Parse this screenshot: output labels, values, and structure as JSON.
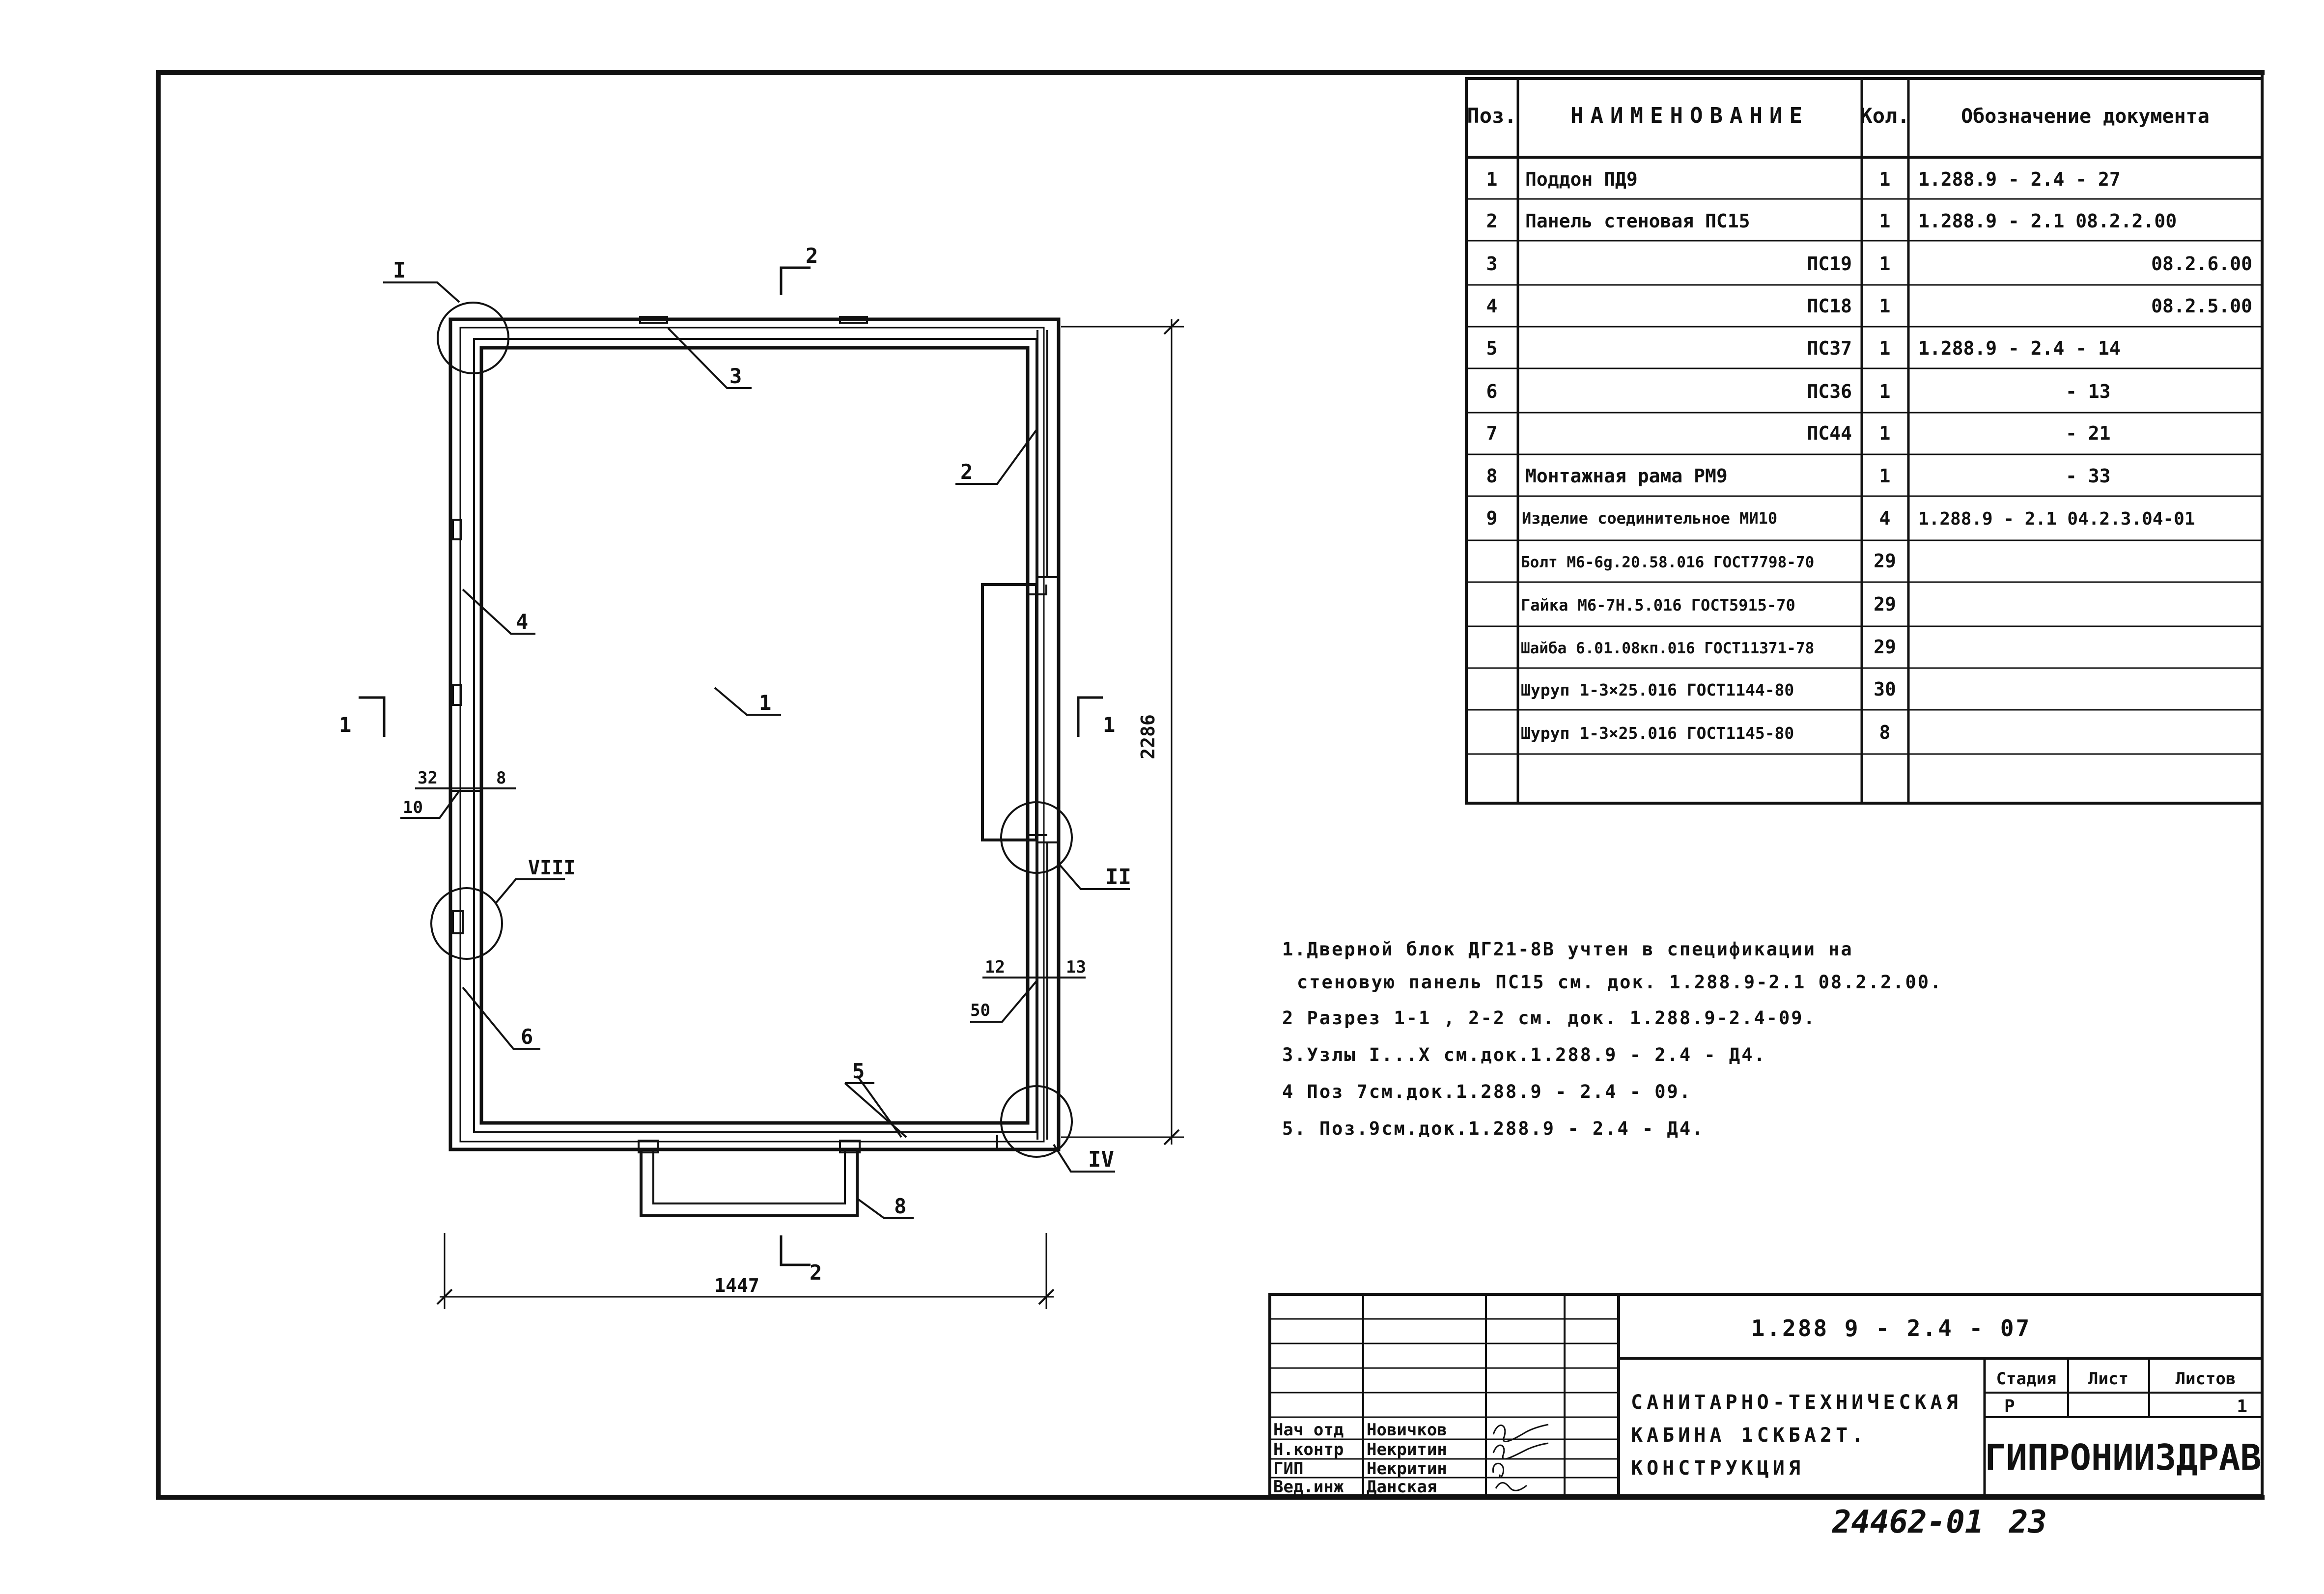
{
  "spec": {
    "headers": {
      "pos": "Поз.",
      "name": "НАИМЕНОВАНИЕ",
      "qty": "Кол.",
      "doc": "Обозначение документа"
    },
    "rows": [
      {
        "pos": "1",
        "name": "Поддон ПД9",
        "qty": "1",
        "doc": "1.288.9 - 2.4 - 27"
      },
      {
        "pos": "2",
        "name": "Панель стеновая ПС15",
        "qty": "1",
        "doc": "1.288.9 - 2.1 08.2.2.00"
      },
      {
        "pos": "3",
        "name": "ПС19",
        "qty": "1",
        "doc": "08.2.6.00"
      },
      {
        "pos": "4",
        "name": "ПС18",
        "qty": "1",
        "doc": "08.2.5.00"
      },
      {
        "pos": "5",
        "name": "ПС37",
        "qty": "1",
        "doc": "1.288.9 - 2.4 - 14"
      },
      {
        "pos": "6",
        "name": "ПС36",
        "qty": "1",
        "doc": "- 13"
      },
      {
        "pos": "7",
        "name": "ПС44",
        "qty": "1",
        "doc": "- 21"
      },
      {
        "pos": "8",
        "name": "Монтажная рама РМ9",
        "qty": "1",
        "doc": "- 33"
      },
      {
        "pos": "9",
        "name": "Изделие соединительное МИ10",
        "qty": "4",
        "doc": "1.288.9 - 2.1 04.2.3.04-01"
      },
      {
        "pos": "",
        "name": "Болт М6-6g.20.58.016 ГОСТ7798-70",
        "qty": "29",
        "doc": ""
      },
      {
        "pos": "",
        "name": "Гайка М6-7Н.5.016 ГОСТ5915-70",
        "qty": "29",
        "doc": ""
      },
      {
        "pos": "",
        "name": "Шайба 6.01.08кп.016 ГОСТ11371-78",
        "qty": "29",
        "doc": ""
      },
      {
        "pos": "",
        "name": "Шуруп 1-3×25.016 ГОСТ1144-80",
        "qty": "30",
        "doc": ""
      },
      {
        "pos": "",
        "name": "Шуруп 1-3×25.016 ГОСТ1145-80",
        "qty": "8",
        "doc": ""
      },
      {
        "pos": "",
        "name": "",
        "qty": "",
        "doc": ""
      }
    ]
  },
  "notes": [
    "1.Дверной блок ДГ21-8В учтен в спецификации на",
    "стеновую панель ПС15 см. док. 1.288.9-2.1 08.2.2.00.",
    "2 Разрез 1-1 , 2-2 см. док. 1.288.9-2.4-09.",
    "3.Узлы I...X см.док.1.288.9 - 2.4 - Д4.",
    "4 Поз 7см.док.1.288.9 - 2.4 - 09.",
    "5. Поз.9см.док.1.288.9 - 2.4 - Д4."
  ],
  "drawing": {
    "dim_width": "1447",
    "dim_height": "2286",
    "section_1": "1",
    "section_2": "2",
    "nodes": [
      "I",
      "II",
      "IV",
      "VIII"
    ],
    "positions": [
      "1",
      "2",
      "3",
      "4",
      "5",
      "6",
      "8"
    ],
    "aux_labels": [
      "32",
      "8",
      "10",
      "12",
      "13",
      "50"
    ]
  },
  "title_block": {
    "doc_number": "1.288 9 - 2.4 - 07",
    "title_lines": [
      "САНИТАРНО-ТЕХНИЧЕСКАЯ",
      "КАБИНА 1СКБА2Т.",
      "КОНСТРУКЦИЯ"
    ],
    "stage_label": "Стадия",
    "sheet_label": "Лист",
    "sheets_label": "Листов",
    "stage_value": "Р",
    "sheets_value": "1",
    "org": "ГИПРОНИИЗДРАВ",
    "roles": [
      {
        "role": "Нач отд",
        "name": "Новичков"
      },
      {
        "role": "Н.контр",
        "name": "Некритин"
      },
      {
        "role": "ГИП",
        "name": "Некритин"
      },
      {
        "role": "Вед.инж",
        "name": "Данская"
      }
    ]
  },
  "footer": {
    "archive_no": "24462-01",
    "page_no": "23"
  }
}
